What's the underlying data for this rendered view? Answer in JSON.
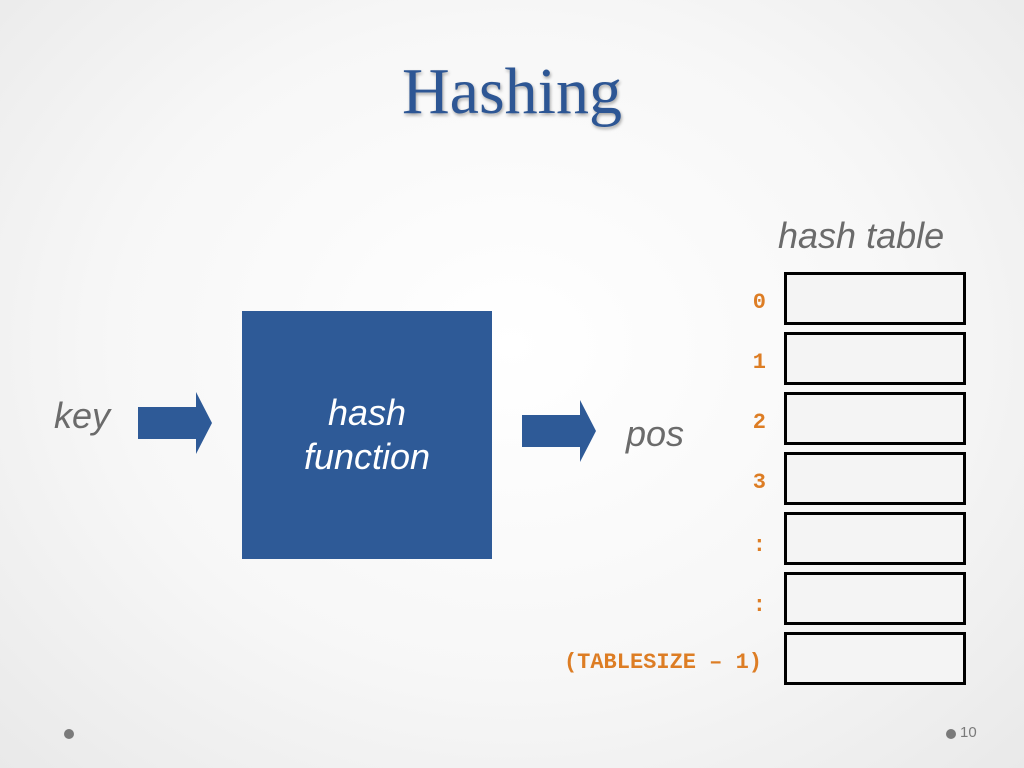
{
  "title": "Hashing",
  "labels": {
    "key": "key",
    "pos": "pos",
    "hash_table": "hash table"
  },
  "hash_function": {
    "line1": "hash",
    "line2": "function"
  },
  "table": {
    "indices": [
      "0",
      "1",
      "2",
      "3",
      ":",
      ":",
      "(TABLESIZE – 1)"
    ]
  },
  "page_number": "10",
  "colors": {
    "title": "#2d5694",
    "box": "#2e5a97",
    "index": "#dd7d24",
    "label": "#6b6b6b"
  },
  "icons": [
    "right-arrow-icon",
    "bullet-dot"
  ]
}
